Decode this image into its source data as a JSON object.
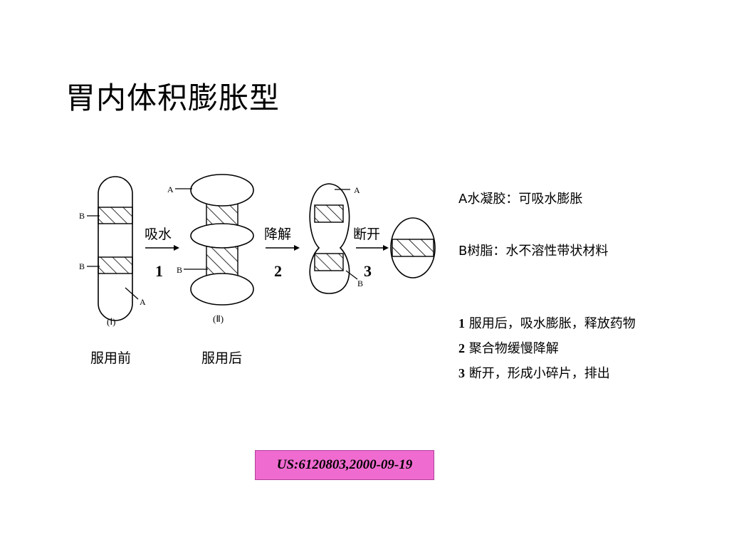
{
  "title": "胃内体积膨胀型",
  "diagram": {
    "part_labels": {
      "A": "A",
      "B": "B"
    },
    "arrows": [
      {
        "label": "吸水",
        "number": "1"
      },
      {
        "label": "降解",
        "number": "2"
      },
      {
        "label": "断开",
        "number": "3"
      }
    ],
    "roman_labels": [
      "(Ⅰ)",
      "(Ⅱ)"
    ],
    "captions": [
      "服用前",
      "服用后"
    ]
  },
  "legend": {
    "a": "A水凝胶：可吸水膨胀",
    "b": "B树脂：水不溶性带状材料"
  },
  "steps": [
    {
      "num": "1",
      "text": "服用后，吸水膨胀，释放药物"
    },
    {
      "num": "2",
      "text": "聚合物缓慢降解"
    },
    {
      "num": "3",
      "text": "断开，形成小碎片，排出"
    }
  ],
  "patent": "US:6120803,2000-09-19"
}
